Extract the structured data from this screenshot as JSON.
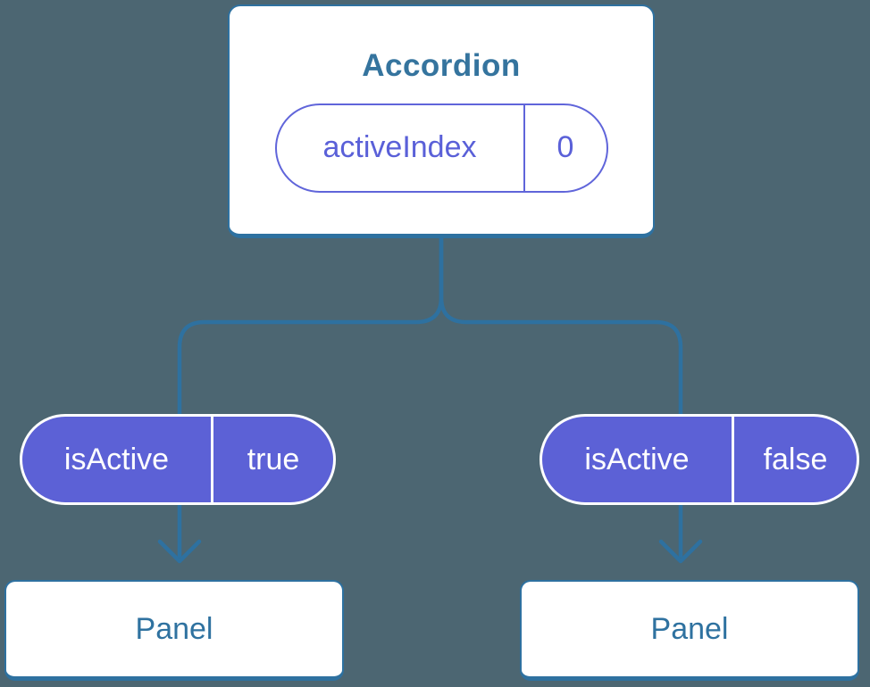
{
  "colors": {
    "background": "#4C6672",
    "connector_line": "#2E71A0",
    "node_fill": "#FFFFFF",
    "node_border": "#2E71A0",
    "root_title_text": "#35749E",
    "panel_text": "#2F72A0",
    "pill_solid_fill": "#5C61D6",
    "pill_outline_stroke": "#6065DA",
    "pill_outline_text": "#5A60D8",
    "pill_solid_text": "#FFFFFF"
  },
  "root_node": {
    "title": "Accordion",
    "state": {
      "name": "activeIndex",
      "value": "0"
    }
  },
  "children": [
    {
      "state": {
        "name": "isActive",
        "value": "true"
      },
      "panel_label": "Panel"
    },
    {
      "state": {
        "name": "isActive",
        "value": "false"
      },
      "panel_label": "Panel"
    }
  ]
}
